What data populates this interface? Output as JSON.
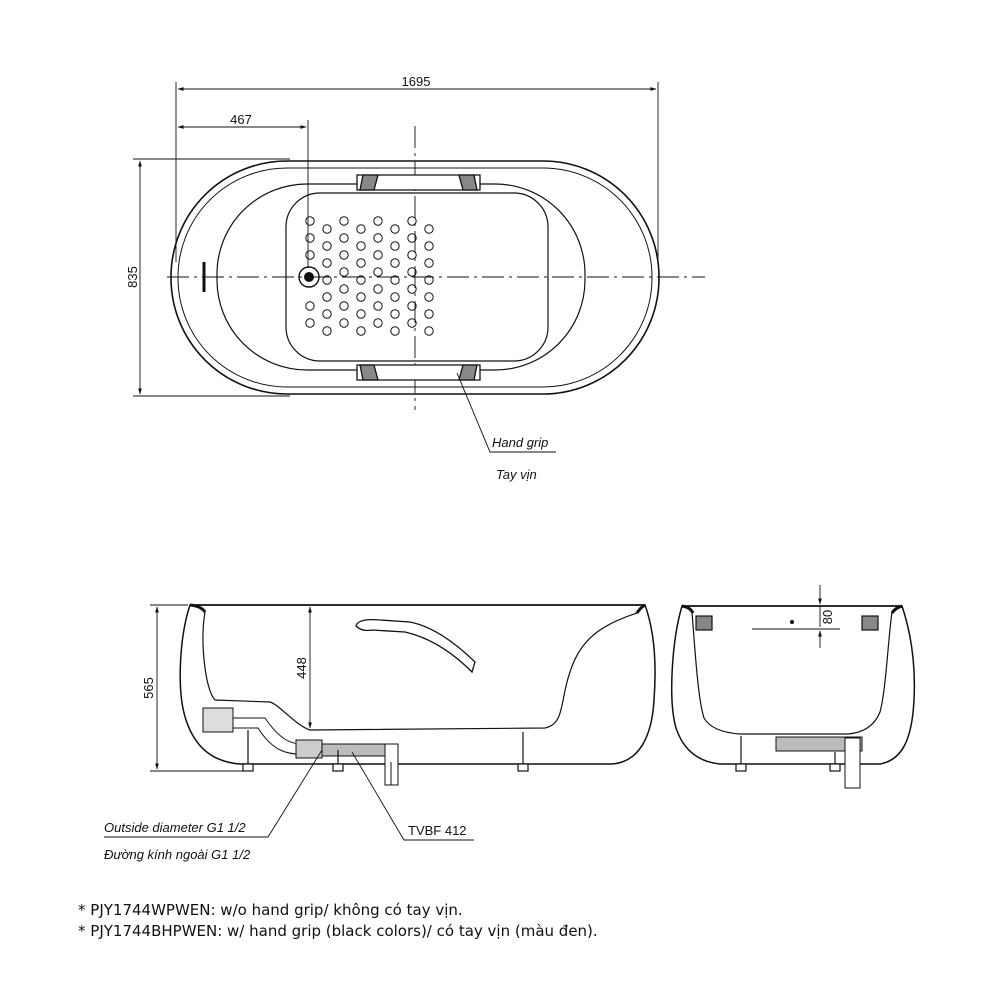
{
  "top_view": {
    "dim_length": "1695",
    "dim_drain_offset": "467",
    "dim_width": "835",
    "label_grip_en": "Hand grip",
    "label_grip_vi": "Tay vịn"
  },
  "side_view": {
    "dim_height": "565",
    "dim_depth": "448",
    "dim_rim": "80",
    "label_outside_en": "Outside diameter G1 1/2",
    "label_outside_vi": "Đường kính ngoài G1 1/2",
    "label_waste": "TVBF 412"
  },
  "notes": [
    "* PJY1744WPWEN: w/o hand grip/ không có tay vịn.",
    "* PJY1744BHPWEN: w/ hand grip (black colors)/ có tay vịn (màu đen)."
  ]
}
